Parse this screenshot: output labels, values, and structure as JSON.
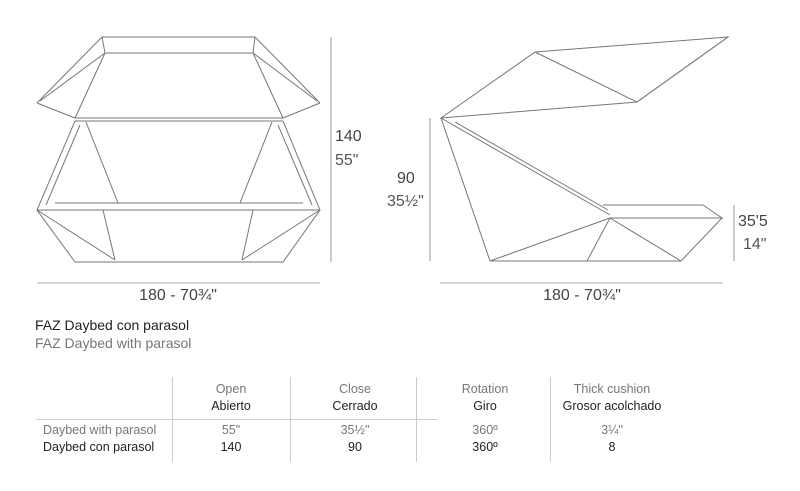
{
  "front_view": {
    "height_cm": "140",
    "height_in": "55\"",
    "width": "180 - 70¾\""
  },
  "side_view": {
    "height_cm": "90",
    "height_in": "35½\"",
    "seat_cm": "35'5",
    "seat_in": "14\"",
    "width": "180 - 70¾\""
  },
  "product": {
    "name_es": "FAZ Daybed con parasol",
    "name_en": "FAZ Daybed with parasol"
  },
  "table": {
    "columns": [
      {
        "en": "Open",
        "es": "Abierto"
      },
      {
        "en": "Close",
        "es": "Cerrado"
      },
      {
        "en": "Rotation",
        "es": "Giro"
      },
      {
        "en": "Thick cushion",
        "es": "Grosor acolchado"
      }
    ],
    "rows": [
      {
        "label": "Daybed with parasol",
        "values": [
          "55\"",
          "35½\"",
          "360º",
          "3¼\""
        ]
      },
      {
        "label": "Daybed con parasol",
        "values": [
          "140",
          "90",
          "360º",
          "8"
        ]
      }
    ]
  }
}
